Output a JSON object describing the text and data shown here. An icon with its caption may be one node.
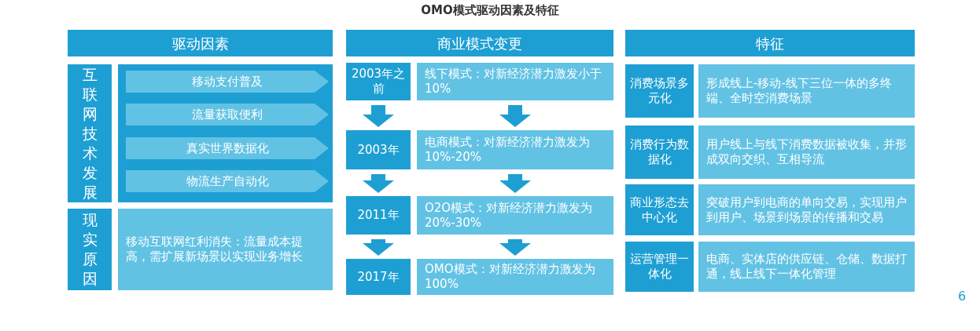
{
  "diagram": {
    "title": "OMO模式驱动因素及特征",
    "nodes": [
      {
        "text": [
          "驱动因素"
        ]
      },
      {
        "text": [
          "互联网技术发展"
        ]
      },
      {
        "text": [],
        "shape": "box"
      },
      {
        "text": [
          "移动支付普及"
        ],
        "in": 2
      },
      {
        "text": [
          "流量获取便利"
        ],
        "in": 2
      },
      {
        "text": [
          "真实世界数据化"
        ],
        "in": 2
      },
      {
        "text": [
          "物流生产自动化"
        ],
        "in": 2
      },
      {
        "text": [
          "现实原因"
        ]
      },
      {
        "text": [
          "移动互联网红利消失：流量成本提高，需扩展新场景以实现业务增长"
        ]
      },
      {
        "text": [
          "商业模式变更"
        ]
      },
      {
        "text": [
          "2003年之前"
        ]
      },
      {
        "text": [
          "线下模式：对新经济潜力激发小于10%"
        ]
      },
      {
        "text": [
          "2003年"
        ]
      },
      {
        "text": [
          "电商模式：对新经济潜力激发为10%-20%"
        ]
      },
      {
        "text": [
          "2011年"
        ]
      },
      {
        "text": [
          "O2O模式：对新经济潜力激发为20%-30%"
        ]
      },
      {
        "text": [
          "2017年"
        ]
      },
      {
        "text": [
          "OMO模式：对新经济潜力激发为100%"
        ]
      },
      {
        "text": [
          "特征"
        ]
      },
      {
        "text": [
          "消费场景多元化"
        ]
      },
      {
        "text": [
          "形成线上-移动-线下三位一体的多终端、全时空消费场景"
        ]
      },
      {
        "text": [
          "消费行为数据化"
        ]
      },
      {
        "text": [
          "用户线上与线下消费数据被收集，并形成双向交织、互相导流"
        ]
      },
      {
        "text": [
          "商业形态去中心化"
        ]
      },
      {
        "text": [
          "突破用户到电商的单向交易，实现用户到用户、场景到场景的传播和交易"
        ]
      },
      {
        "text": [
          "运营管理一体化"
        ]
      },
      {
        "text": [
          "电商、实体店的供应链、仓储、数据打通，线上线下一体化管理"
        ]
      }
    ],
    "edges": [
      {
        "from": 10,
        "to": 12,
        "arrow": "to"
      },
      {
        "from": 11,
        "to": 13,
        "arrow": "to"
      },
      {
        "from": 12,
        "to": 14,
        "arrow": "to"
      },
      {
        "from": 13,
        "to": 15,
        "arrow": "to"
      },
      {
        "from": 14,
        "to": 16,
        "arrow": "to"
      },
      {
        "from": 15,
        "to": 17,
        "arrow": "to"
      }
    ],
    "labels": [
      "6"
    ]
  }
}
